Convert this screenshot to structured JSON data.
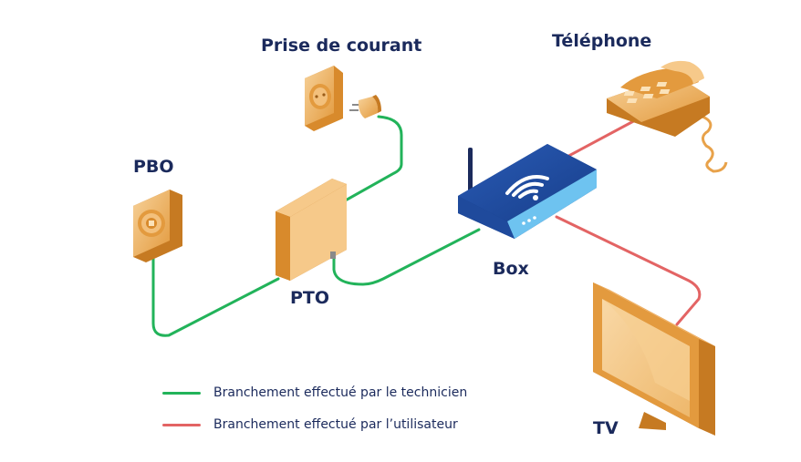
{
  "labels": {
    "prise": "Prise de courant",
    "telephone": "Téléphone",
    "pbo": "PBO",
    "pto": "PTO",
    "box": "Box",
    "tv": "TV"
  },
  "legend": {
    "technicien": "Branchement effectué par le technicien",
    "utilisateur": "Branchement effectué par l’utilisateur"
  },
  "colors": {
    "technicien_line": "#22b35a",
    "utilisateur_line": "#e36464",
    "device_orange": "#e8a24a",
    "device_light": "#f6c98a",
    "box_blue": "#1f4a9c",
    "label_navy": "#1b2a5c"
  },
  "icons": [
    "wall-socket-icon",
    "power-plug-icon",
    "telephone-icon",
    "pbo-box-icon",
    "pto-box-icon",
    "wifi-router-icon",
    "tv-icon"
  ]
}
